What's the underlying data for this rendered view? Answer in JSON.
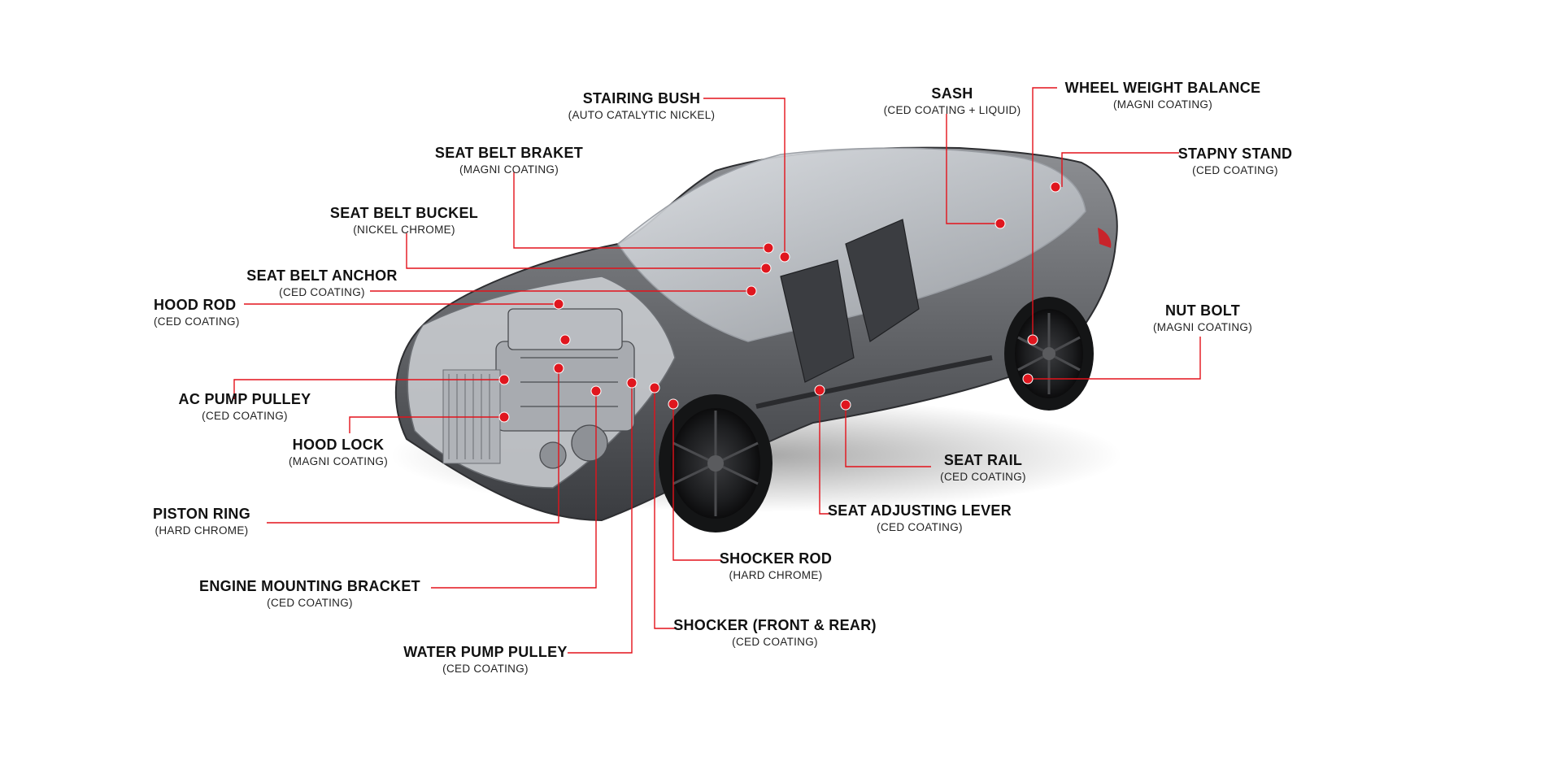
{
  "colors": {
    "accent": "#e0161e",
    "text": "#111111",
    "body": "#5a5a5c",
    "glass": "#c9ccd0"
  },
  "callouts": {
    "stairing_bush": {
      "title": "STAIRING BUSH",
      "sub": "(AUTO CATALYTIC NICKEL)"
    },
    "sash": {
      "title": "SASH",
      "sub": "(CED COATING + LIQUID)"
    },
    "wheel_weight_balance": {
      "title": "WHEEL WEIGHT BALANCE",
      "sub": "(MAGNI COATING)"
    },
    "seat_belt_braket": {
      "title": "SEAT BELT BRAKET",
      "sub": "(MAGNI COATING)"
    },
    "stapny_stand": {
      "title": "STAPNY STAND",
      "sub": "(CED COATING)"
    },
    "seat_belt_buckel": {
      "title": "SEAT BELT BUCKEL",
      "sub": "(NICKEL CHROME)"
    },
    "seat_belt_anchor": {
      "title": "SEAT BELT ANCHOR",
      "sub": "(CED COATING)"
    },
    "hood_rod": {
      "title": "HOOD ROD",
      "sub": "(CED COATING)"
    },
    "nut_bolt": {
      "title": "NUT BOLT",
      "sub": "(MAGNI COATING)"
    },
    "ac_pump_pulley": {
      "title": "AC PUMP PULLEY",
      "sub": "(CED COATING)"
    },
    "hood_lock": {
      "title": "HOOD LOCK",
      "sub": "(MAGNI COATING)"
    },
    "seat_rail": {
      "title": "SEAT RAIL",
      "sub": "(CED COATING)"
    },
    "piston_ring": {
      "title": "PISTON RING",
      "sub": "(HARD CHROME)"
    },
    "seat_adjusting_lever": {
      "title": "SEAT ADJUSTING LEVER",
      "sub": "(CED COATING)"
    },
    "shocker_rod": {
      "title": "SHOCKER ROD",
      "sub": "(HARD CHROME)"
    },
    "engine_mounting_bracket": {
      "title": "ENGINE MOUNTING BRACKET",
      "sub": "(CED COATING)"
    },
    "shocker_front_rear": {
      "title": "SHOCKER (FRONT & REAR)",
      "sub": "(CED COATING)"
    },
    "water_pump_pulley": {
      "title": "WATER PUMP PULLEY",
      "sub": "(CED COATING)"
    }
  }
}
